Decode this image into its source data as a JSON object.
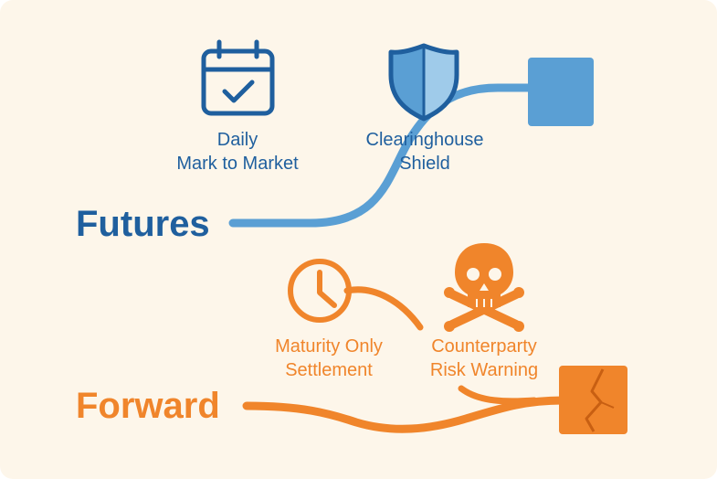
{
  "colors": {
    "background": "#fdf6ea",
    "futures_primary": "#1f5f9e",
    "futures_light": "#5a9fd4",
    "forward_primary": "#f0852b"
  },
  "futures": {
    "title": "Futures",
    "features": [
      {
        "icon": "calendar-check-icon",
        "line1": "Daily",
        "line2": "Mark to Market"
      },
      {
        "icon": "shield-icon",
        "line1": "Clearinghouse",
        "line2": "Shield"
      }
    ],
    "endpoint_icon": "square-block-icon"
  },
  "forward": {
    "title": "Forward",
    "features": [
      {
        "icon": "clock-icon",
        "line1": "Maturity Only",
        "line2": "Settlement"
      },
      {
        "icon": "skull-crossbones-icon",
        "line1": "Counterparty",
        "line2": "Risk Warning"
      }
    ],
    "endpoint_icon": "cracked-block-icon"
  }
}
